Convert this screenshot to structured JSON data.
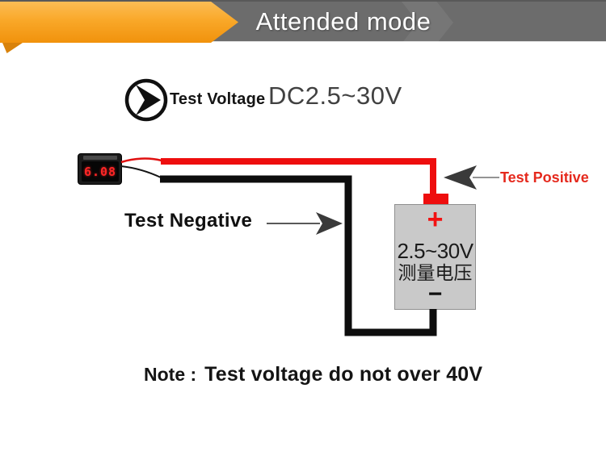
{
  "header": {
    "title": "Attended mode"
  },
  "spec": {
    "label": "Test Voltage",
    "value": "DC2.5~30V"
  },
  "meter": {
    "reading": "6.08"
  },
  "wiring": {
    "negative_label": "Test Negative",
    "positive_label": "Test Positive"
  },
  "battery": {
    "positive_sign": "+",
    "voltage_range": "2.5~30V",
    "caption_cn": "测量电压",
    "negative_sign": "−"
  },
  "note": {
    "prefix": "Note :",
    "text": "Test voltage do not over 40V"
  },
  "colors": {
    "banner_orange": "#f9a829",
    "banner_gray": "#6c6c6c",
    "wire_red": "#ee0e0e",
    "wire_black": "#0d0d0d",
    "positive_label_red": "#e5291d",
    "battery_gray": "#c9c9c9",
    "display_red": "#ff2626"
  }
}
